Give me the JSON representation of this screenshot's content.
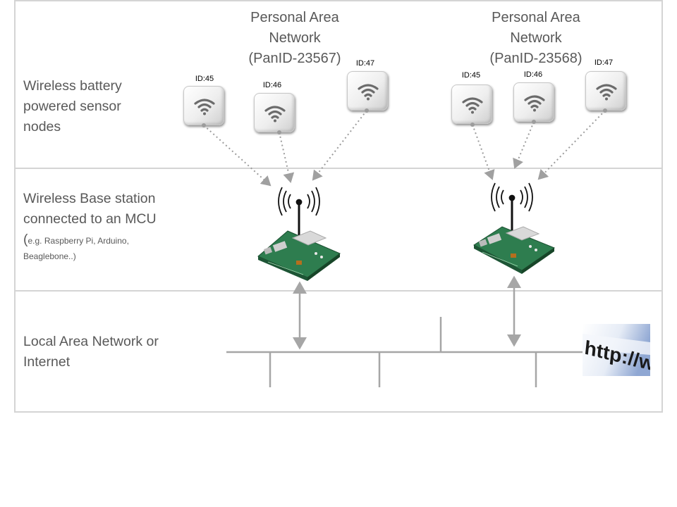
{
  "rows": {
    "sensors": {
      "label_lines": [
        "Wireless battery",
        "powered sensor",
        "nodes"
      ]
    },
    "base": {
      "label_lines": [
        "Wireless Base station",
        "connected to an MCU"
      ],
      "note_prefix": "(",
      "note_line1": "e.g. Raspberry Pi, Arduino,",
      "note_line2": "Beaglebone..)"
    },
    "lan": {
      "label_lines": [
        "Local Area Network or",
        "Internet"
      ]
    }
  },
  "networks": [
    {
      "title_lines": [
        "Personal Area",
        "Network",
        "(PanID-23567)"
      ],
      "nodes": [
        {
          "id": "ID:45"
        },
        {
          "id": "ID:46"
        },
        {
          "id": "ID:47"
        }
      ]
    },
    {
      "title_lines": [
        "Personal Area",
        "Network",
        "(PanID-23568)"
      ],
      "nodes": [
        {
          "id": "ID:45"
        },
        {
          "id": "ID:46"
        },
        {
          "id": "ID:47"
        }
      ]
    }
  ],
  "http_text": "http://www",
  "icons": {
    "node": "wifi-signal-icon",
    "antenna": "radio-antenna-icon",
    "board": "circuit-board",
    "internet": "http-url-image"
  },
  "colors": {
    "border": "#d4d4d4",
    "label_text": "#595959",
    "dotted_link": "#999999",
    "lan_line": "#a6a6a6",
    "board_green": "#2e7d4f"
  }
}
